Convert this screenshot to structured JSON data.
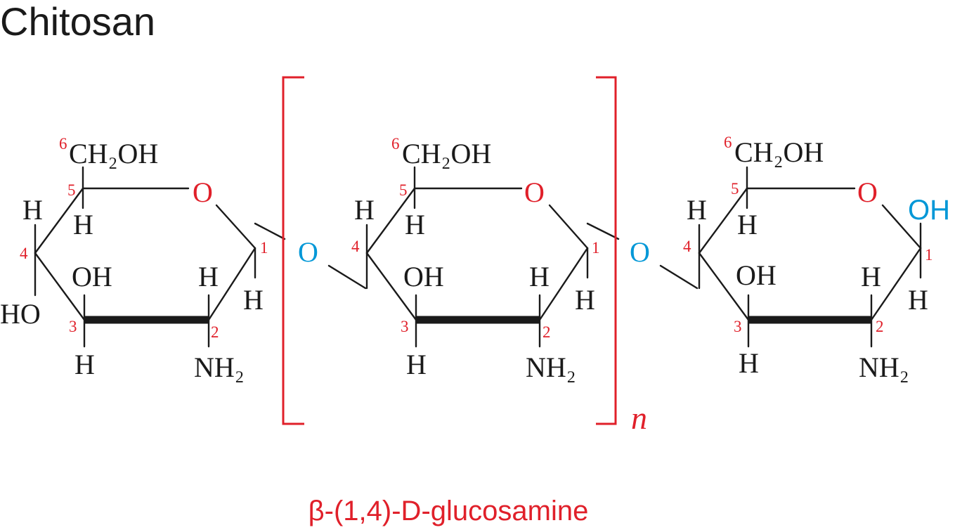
{
  "title": "Chitosan",
  "caption": "β-(1,4)-D-glucosamine",
  "repeat_subscript": "n",
  "colors": {
    "label": "#e0202a",
    "link_oxygen": "#0097d7",
    "bond": "#1a1a1a"
  },
  "units": [
    {
      "ch2oh": "CH₂OH",
      "ring_o": "O",
      "h5": "H",
      "h4": "H",
      "ho4": "HO",
      "oh3": "OH",
      "h3_down": "H",
      "h2_up": "H",
      "nh2": "NH₂",
      "h1_down": "H",
      "nums": [
        "1",
        "2",
        "3",
        "4",
        "5",
        "6"
      ]
    },
    {
      "ch2oh": "CH₂OH",
      "ring_o": "O",
      "h5": "H",
      "h4": "H",
      "oh3": "OH",
      "h3_down": "H",
      "h2_up": "H",
      "nh2": "NH₂",
      "h1_down": "H",
      "nums": [
        "1",
        "2",
        "3",
        "4",
        "5",
        "6"
      ]
    },
    {
      "ch2oh": "CH₂OH",
      "ring_o": "O",
      "h5": "H",
      "h4": "H",
      "oh3": "OH",
      "h3_down": "H",
      "h2_up": "H",
      "nh2": "NH₂",
      "h1_down": "H",
      "oh1": "OH",
      "nums": [
        "1",
        "2",
        "3",
        "4",
        "5",
        "6"
      ]
    }
  ],
  "link_oxygens": [
    "O",
    "O"
  ]
}
